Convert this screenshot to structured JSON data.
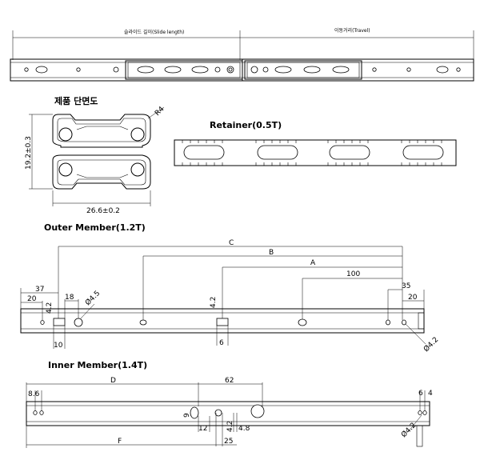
{
  "header": {
    "slide_length": "슬라이드 길이(Slide length)",
    "travel": "이동거리(Travel)"
  },
  "section": {
    "product_title": "제품 단면도",
    "width_dim": "26.6±0.2",
    "height_dim": "19.2±0.3",
    "radius": "R4"
  },
  "retainer": {
    "title": "Retainer(0.5T)"
  },
  "outer": {
    "title": "Outer Member(1.2T)",
    "c": "C",
    "b": "B",
    "a": "A",
    "d100": "100",
    "d35": "35",
    "d20r": "20",
    "d37": "37",
    "d20l": "20",
    "d42a": "4.2",
    "d18": "18",
    "d45": "Ø4.5",
    "d42b": "4.2",
    "d10": "10",
    "d6": "6",
    "d42c": "Ø4.2"
  },
  "inner": {
    "title": "Inner Member(1.4T)",
    "d": "D",
    "d62": "62",
    "d86": "8.6",
    "d6": "6",
    "d4": "4",
    "d9": "9",
    "d12": "12",
    "d42": "4.2",
    "d48": "4.8",
    "f": "F",
    "d25": "25",
    "d42c": "Ø4.2"
  }
}
